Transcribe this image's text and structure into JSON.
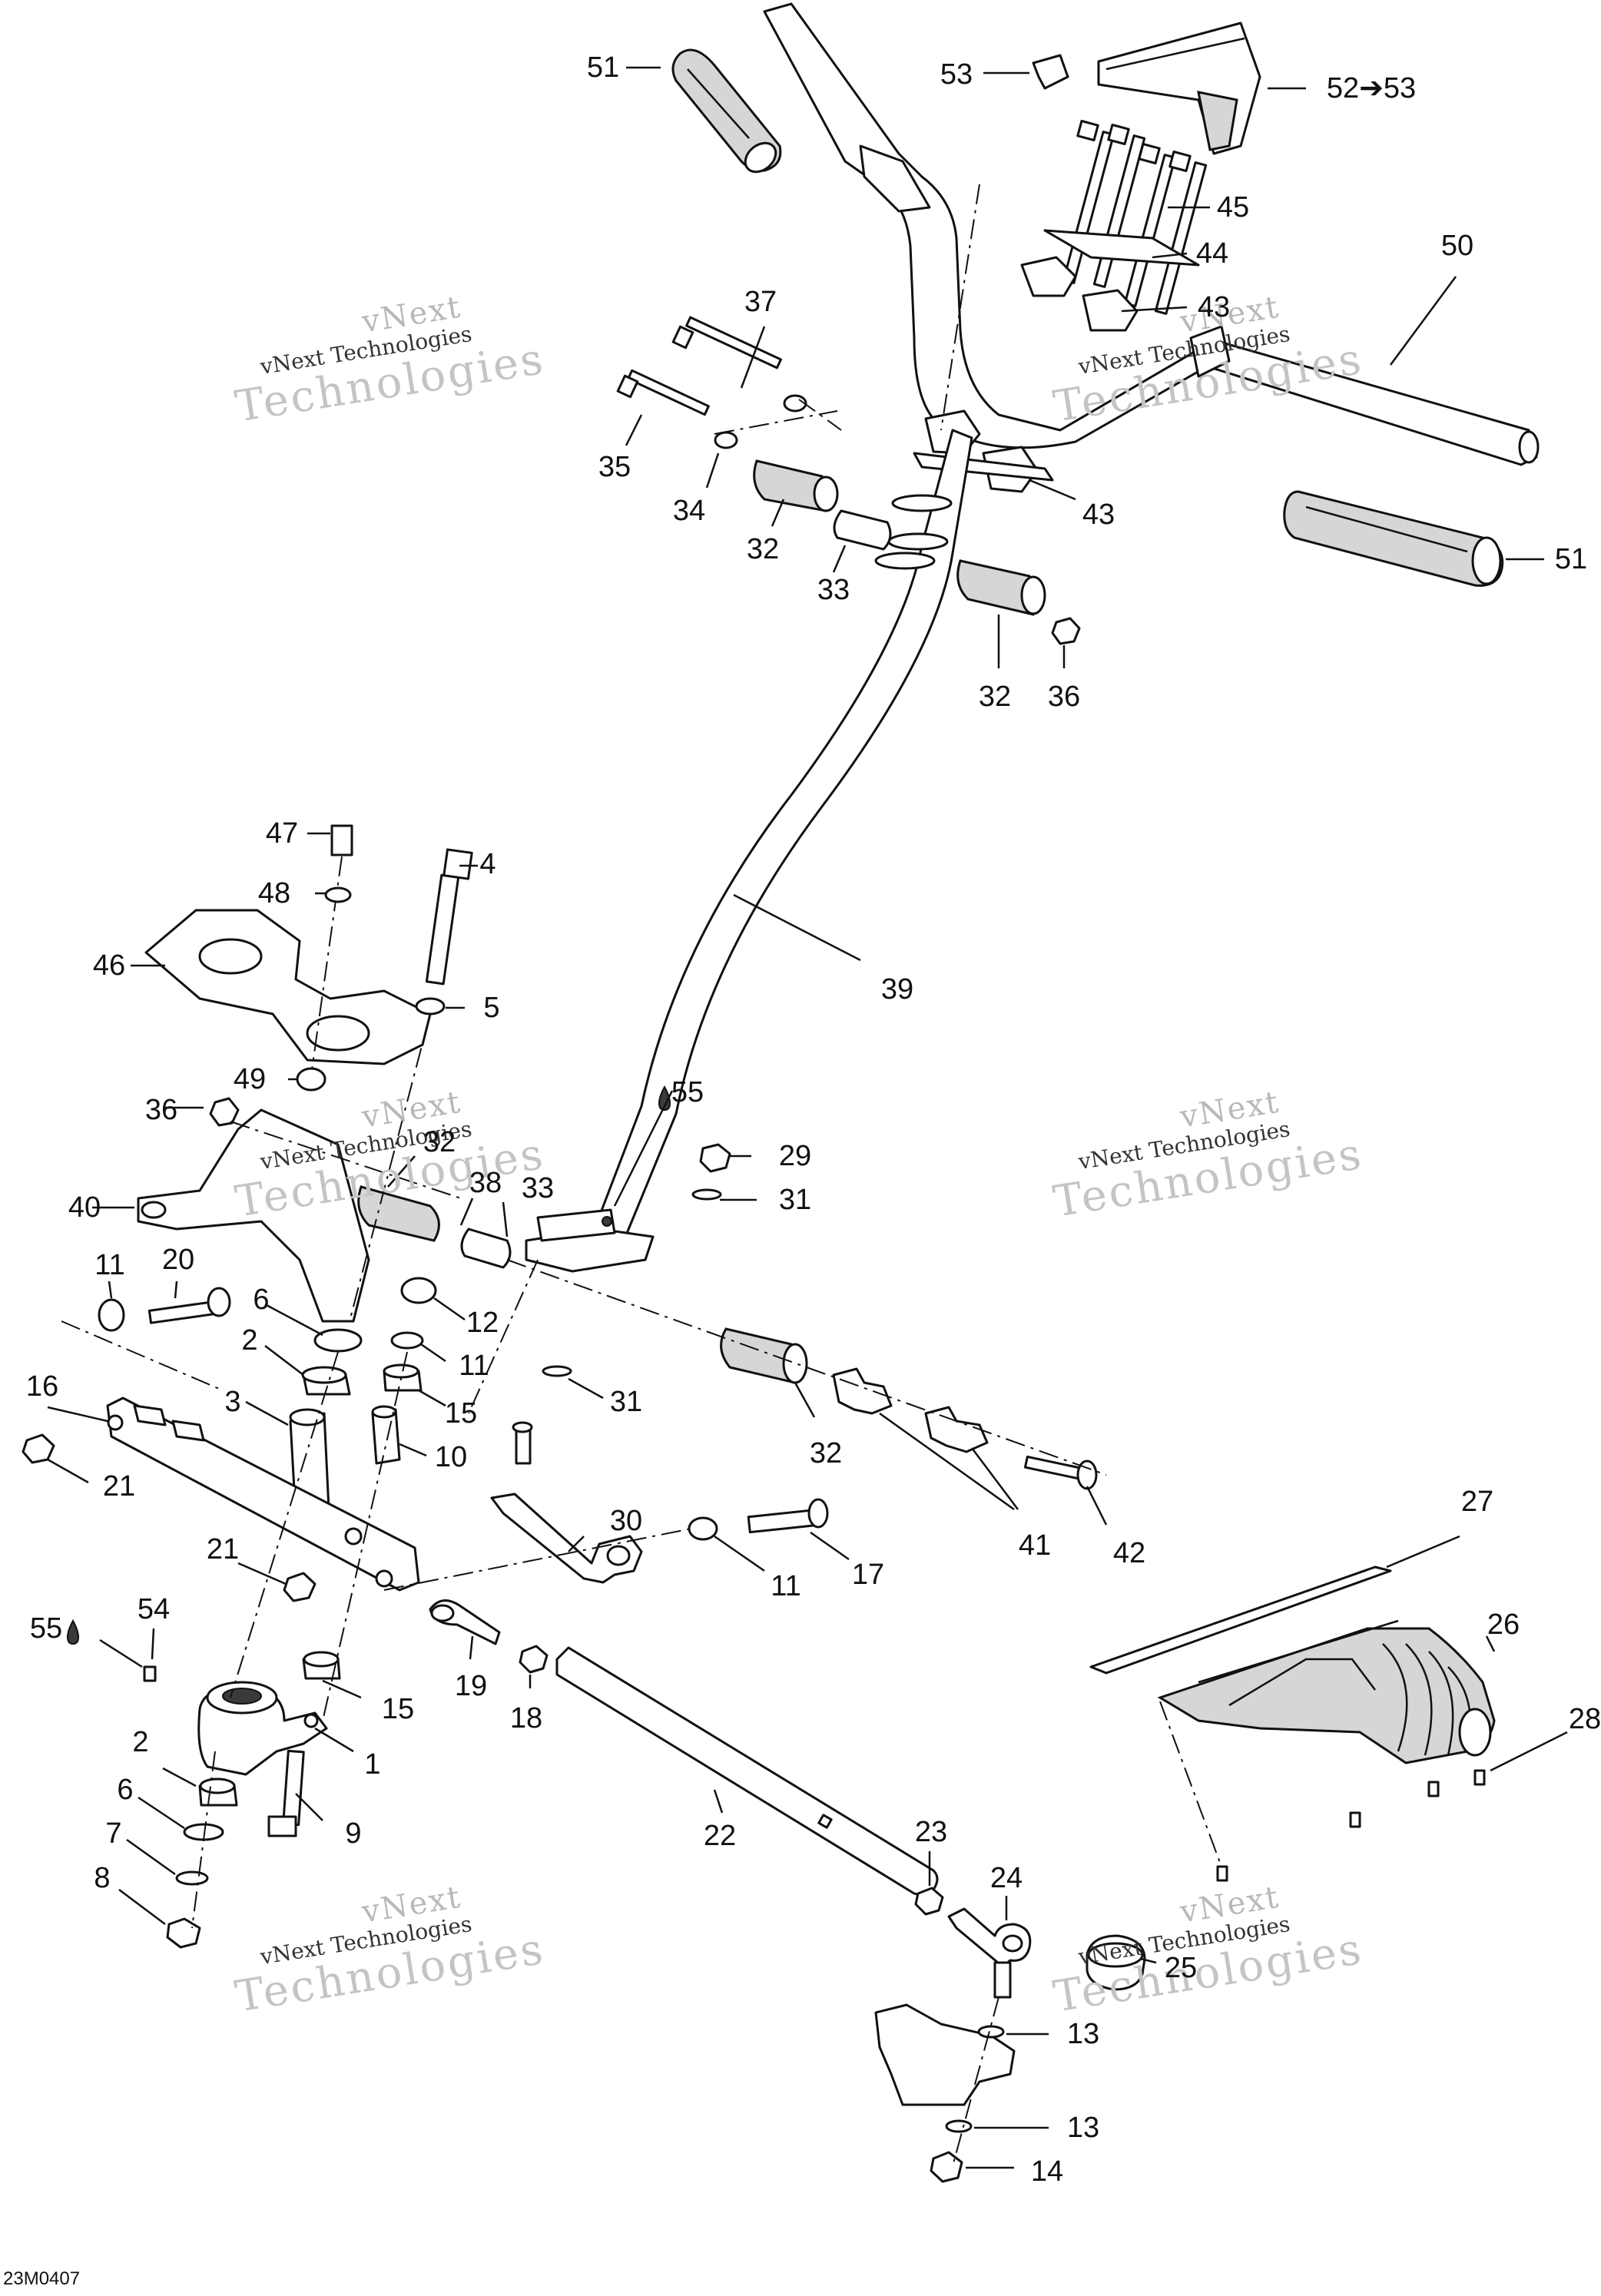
{
  "watermark": {
    "line1": "vNext",
    "line2": "vNext Technologies",
    "line3": "Technologies"
  },
  "drawing_ref": "23M0407",
  "callouts": {
    "c1": "1",
    "c2a": "2",
    "c2b": "2",
    "c3": "3",
    "c4": "4",
    "c5": "5",
    "c6a": "6",
    "c6b": "6",
    "c7": "7",
    "c8": "8",
    "c9": "9",
    "c10": "10",
    "c11a": "11",
    "c11b": "11",
    "c11c": "11",
    "c12": "12",
    "c13a": "13",
    "c13b": "13",
    "c14": "14",
    "c15a": "15",
    "c15b": "15",
    "c16": "16",
    "c17": "17",
    "c18": "18",
    "c19": "19",
    "c20": "20",
    "c21a": "21",
    "c21b": "21",
    "c22": "22",
    "c23": "23",
    "c24": "24",
    "c25": "25",
    "c26": "26",
    "c27": "27",
    "c28": "28",
    "c29": "29",
    "c30": "30",
    "c31a": "31",
    "c31b": "31",
    "c32a": "32",
    "c32b": "32",
    "c32c": "32",
    "c32d": "32",
    "c33a": "33",
    "c33b": "33",
    "c34": "34",
    "c35": "35",
    "c36a": "36",
    "c36b": "36",
    "c37": "37",
    "c38": "38",
    "c39": "39",
    "c40": "40",
    "c41": "41",
    "c42": "42",
    "c43a": "43",
    "c43b": "43",
    "c44": "44",
    "c45": "45",
    "c46": "46",
    "c47": "47",
    "c48": "48",
    "c49": "49",
    "c50": "50",
    "c51a": "51",
    "c51b": "51",
    "c52": "52➔53",
    "c53": "53",
    "c54": "54",
    "c55a": "55",
    "c55b": "55"
  }
}
